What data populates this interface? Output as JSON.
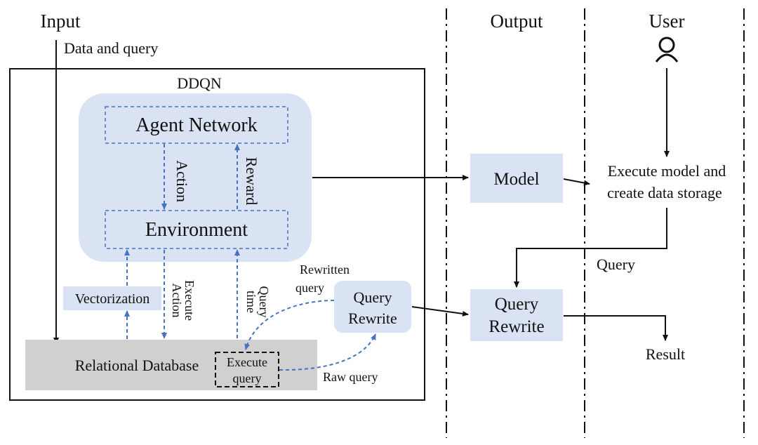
{
  "columns": {
    "input": "Input",
    "output": "Output",
    "user": "User"
  },
  "input_label": "Data and query",
  "ddqn": {
    "title": "DDQN",
    "agent_network": "Agent Network",
    "environment": "Environment",
    "action": "Action",
    "reward": "Reward",
    "vectorization": "Vectorization",
    "execute_action_line1": "Execute",
    "execute_action_line2": "Action",
    "query_time_line1": "Query",
    "query_time_line2": "time",
    "rewritten_query_line1": "Rewritten",
    "rewritten_query_line2": "query",
    "query_rewrite_line1": "Query",
    "query_rewrite_line2": "Rewrite",
    "relational_database": "Relational Database",
    "execute_query_line1": "Execute",
    "execute_query_line2": "query",
    "raw_query": "Raw query"
  },
  "output": {
    "model": "Model",
    "query_rewrite_line1": "Query",
    "query_rewrite_line2": "Rewrite"
  },
  "user": {
    "execute_line1": "Execute model and",
    "execute_line2": "create data storage",
    "query": "Query",
    "result": "Result"
  },
  "colors": {
    "box_fill": "#dae3f3",
    "dashed_blue": "#4472c4",
    "db_fill": "#d0d0d0",
    "line": "#111111"
  }
}
